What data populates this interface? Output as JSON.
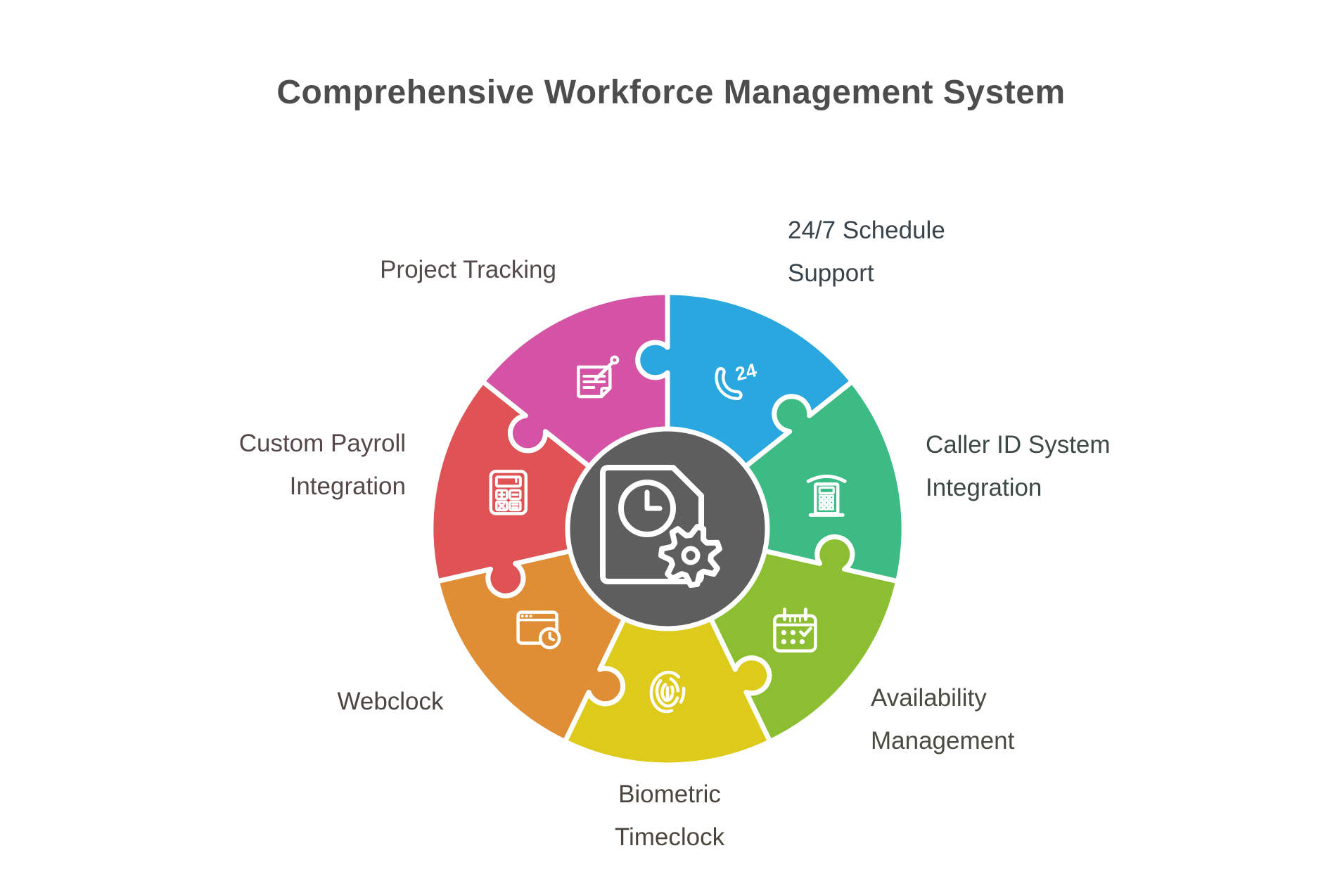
{
  "title": {
    "text": "Comprehensive Workforce Management System",
    "color": "#4d4d4d"
  },
  "center": {
    "icon": "document-clock-gear-icon",
    "color": "#5e5e5e",
    "ring_color": "#ffffff"
  },
  "wheel": {
    "divider_color": "#ffffff"
  },
  "segments": [
    {
      "label": "24/7 Schedule\nSupport",
      "color": "#2aa7df",
      "label_color": "#38434b",
      "icon": "phone-24-icon",
      "icon_text": "24"
    },
    {
      "label": "Caller ID System\nIntegration",
      "color": "#3dbb85",
      "label_color": "#3d4a43",
      "icon": "phone-booth-icon",
      "icon_text": ""
    },
    {
      "label": "Availability\nManagement",
      "color": "#8cbe31",
      "label_color": "#4b4a41",
      "icon": "calendar-check-icon",
      "icon_text": ""
    },
    {
      "label": "Biometric\nTimeclock",
      "color": "#deca1b",
      "label_color": "#4b463d",
      "icon": "fingerprint-icon",
      "icon_text": ""
    },
    {
      "label": "Webclock",
      "color": "#df8e35",
      "label_color": "#4a4540",
      "icon": "browser-clock-icon",
      "icon_text": ""
    },
    {
      "label": "Custom Payroll\nIntegration",
      "color": "#e05354",
      "label_color": "#564848",
      "icon": "calculator-icon",
      "icon_text": ""
    },
    {
      "label": "Project Tracking",
      "color": "#d553a4",
      "label_color": "#544a4a",
      "icon": "notepad-pencil-icon",
      "icon_text": ""
    }
  ]
}
